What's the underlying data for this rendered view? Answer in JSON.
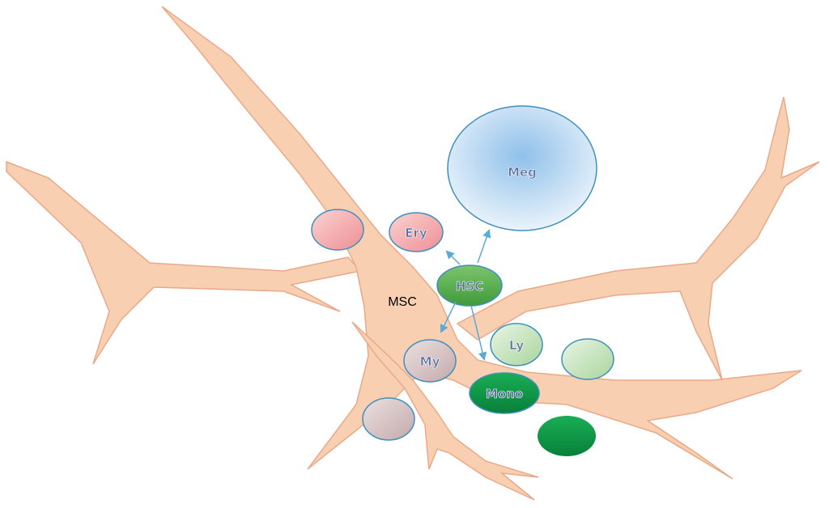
{
  "labels": {
    "msc": "MSC",
    "meg": "Meg",
    "ery": "Ery",
    "hsc": "HSC",
    "my": "My",
    "ly": "Ly",
    "mono": "Mono"
  },
  "colors": {
    "stroma": "#f9cfb2",
    "stroma_edge": "#e9a988",
    "meg_fill": "#bcd8f0",
    "ery_fill": "#f29a9e",
    "hsc_fill": "#5bb151",
    "my_fill": "#d2bcbd",
    "ly_fill": "#c7e4bf",
    "mono_fill": "#0c9a47",
    "cell_stroke": "#3f8fbf",
    "arrow": "#5aaad6",
    "label_text": "#5a6f9e"
  }
}
